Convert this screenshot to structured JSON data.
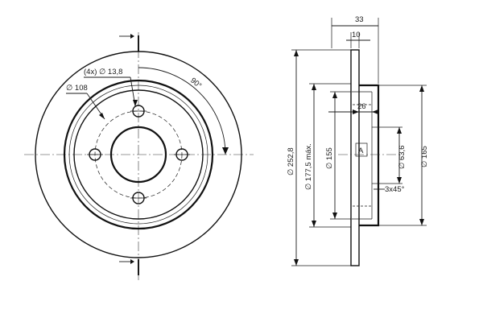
{
  "front_view": {
    "holes_callout": "(4x) ∅ 13,8",
    "pcd_callout": "∅ 108",
    "angle_callout": "90°"
  },
  "side_view": {
    "overall_width": "33",
    "flange_thickness": "10",
    "hat_depth": "26",
    "outer_diameter": "∅ 252,8",
    "friction_diameter_max": "∅ 177,5 máx.",
    "diameter_155": "∅ 155",
    "center_bore": "∅ 63,6",
    "hat_diameter": "∅ 165",
    "datum": "A",
    "chamfer": "3x45°"
  }
}
